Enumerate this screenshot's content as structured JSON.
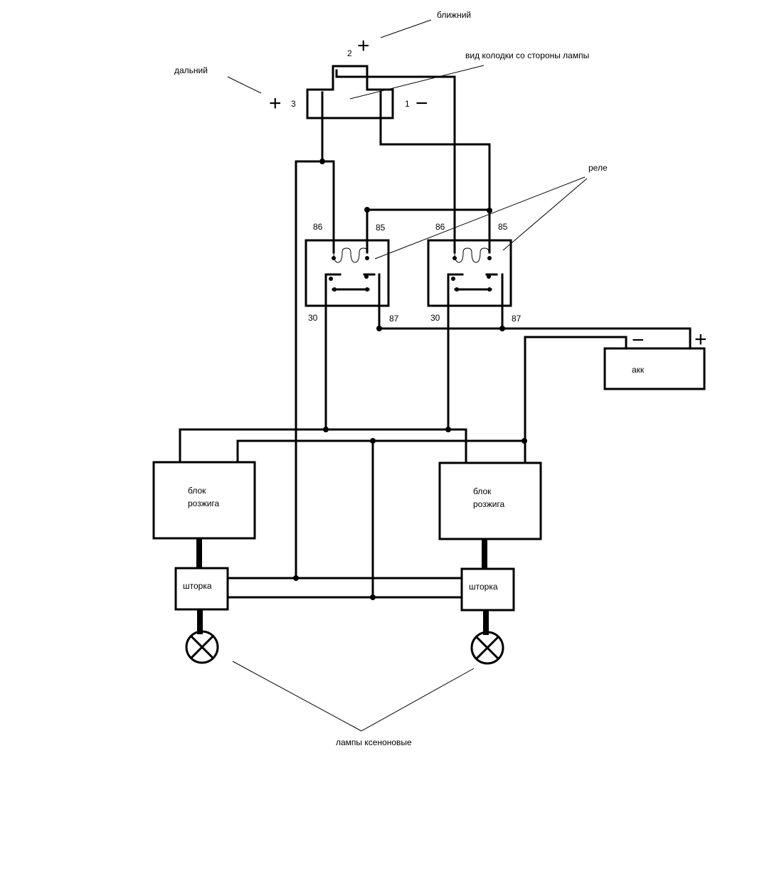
{
  "labels": {
    "near_beam": "ближний",
    "far_beam": "дальний",
    "connector_view": "вид колодки со стороны лампы",
    "relay": "реле",
    "battery": "акк",
    "ignition_unit": "блок розжига",
    "shutter": "шторка",
    "xenon_lamps": "лампы ксеноновые"
  },
  "connector_pins": {
    "pin1": "1",
    "pin2": "2",
    "pin3": "3",
    "plus": "+",
    "minus": "−"
  },
  "relay_terminals": {
    "t86": "86",
    "t85": "85",
    "t30": "30",
    "t87": "87"
  },
  "battery_terminals": {
    "minus": "−",
    "plus": "+"
  }
}
